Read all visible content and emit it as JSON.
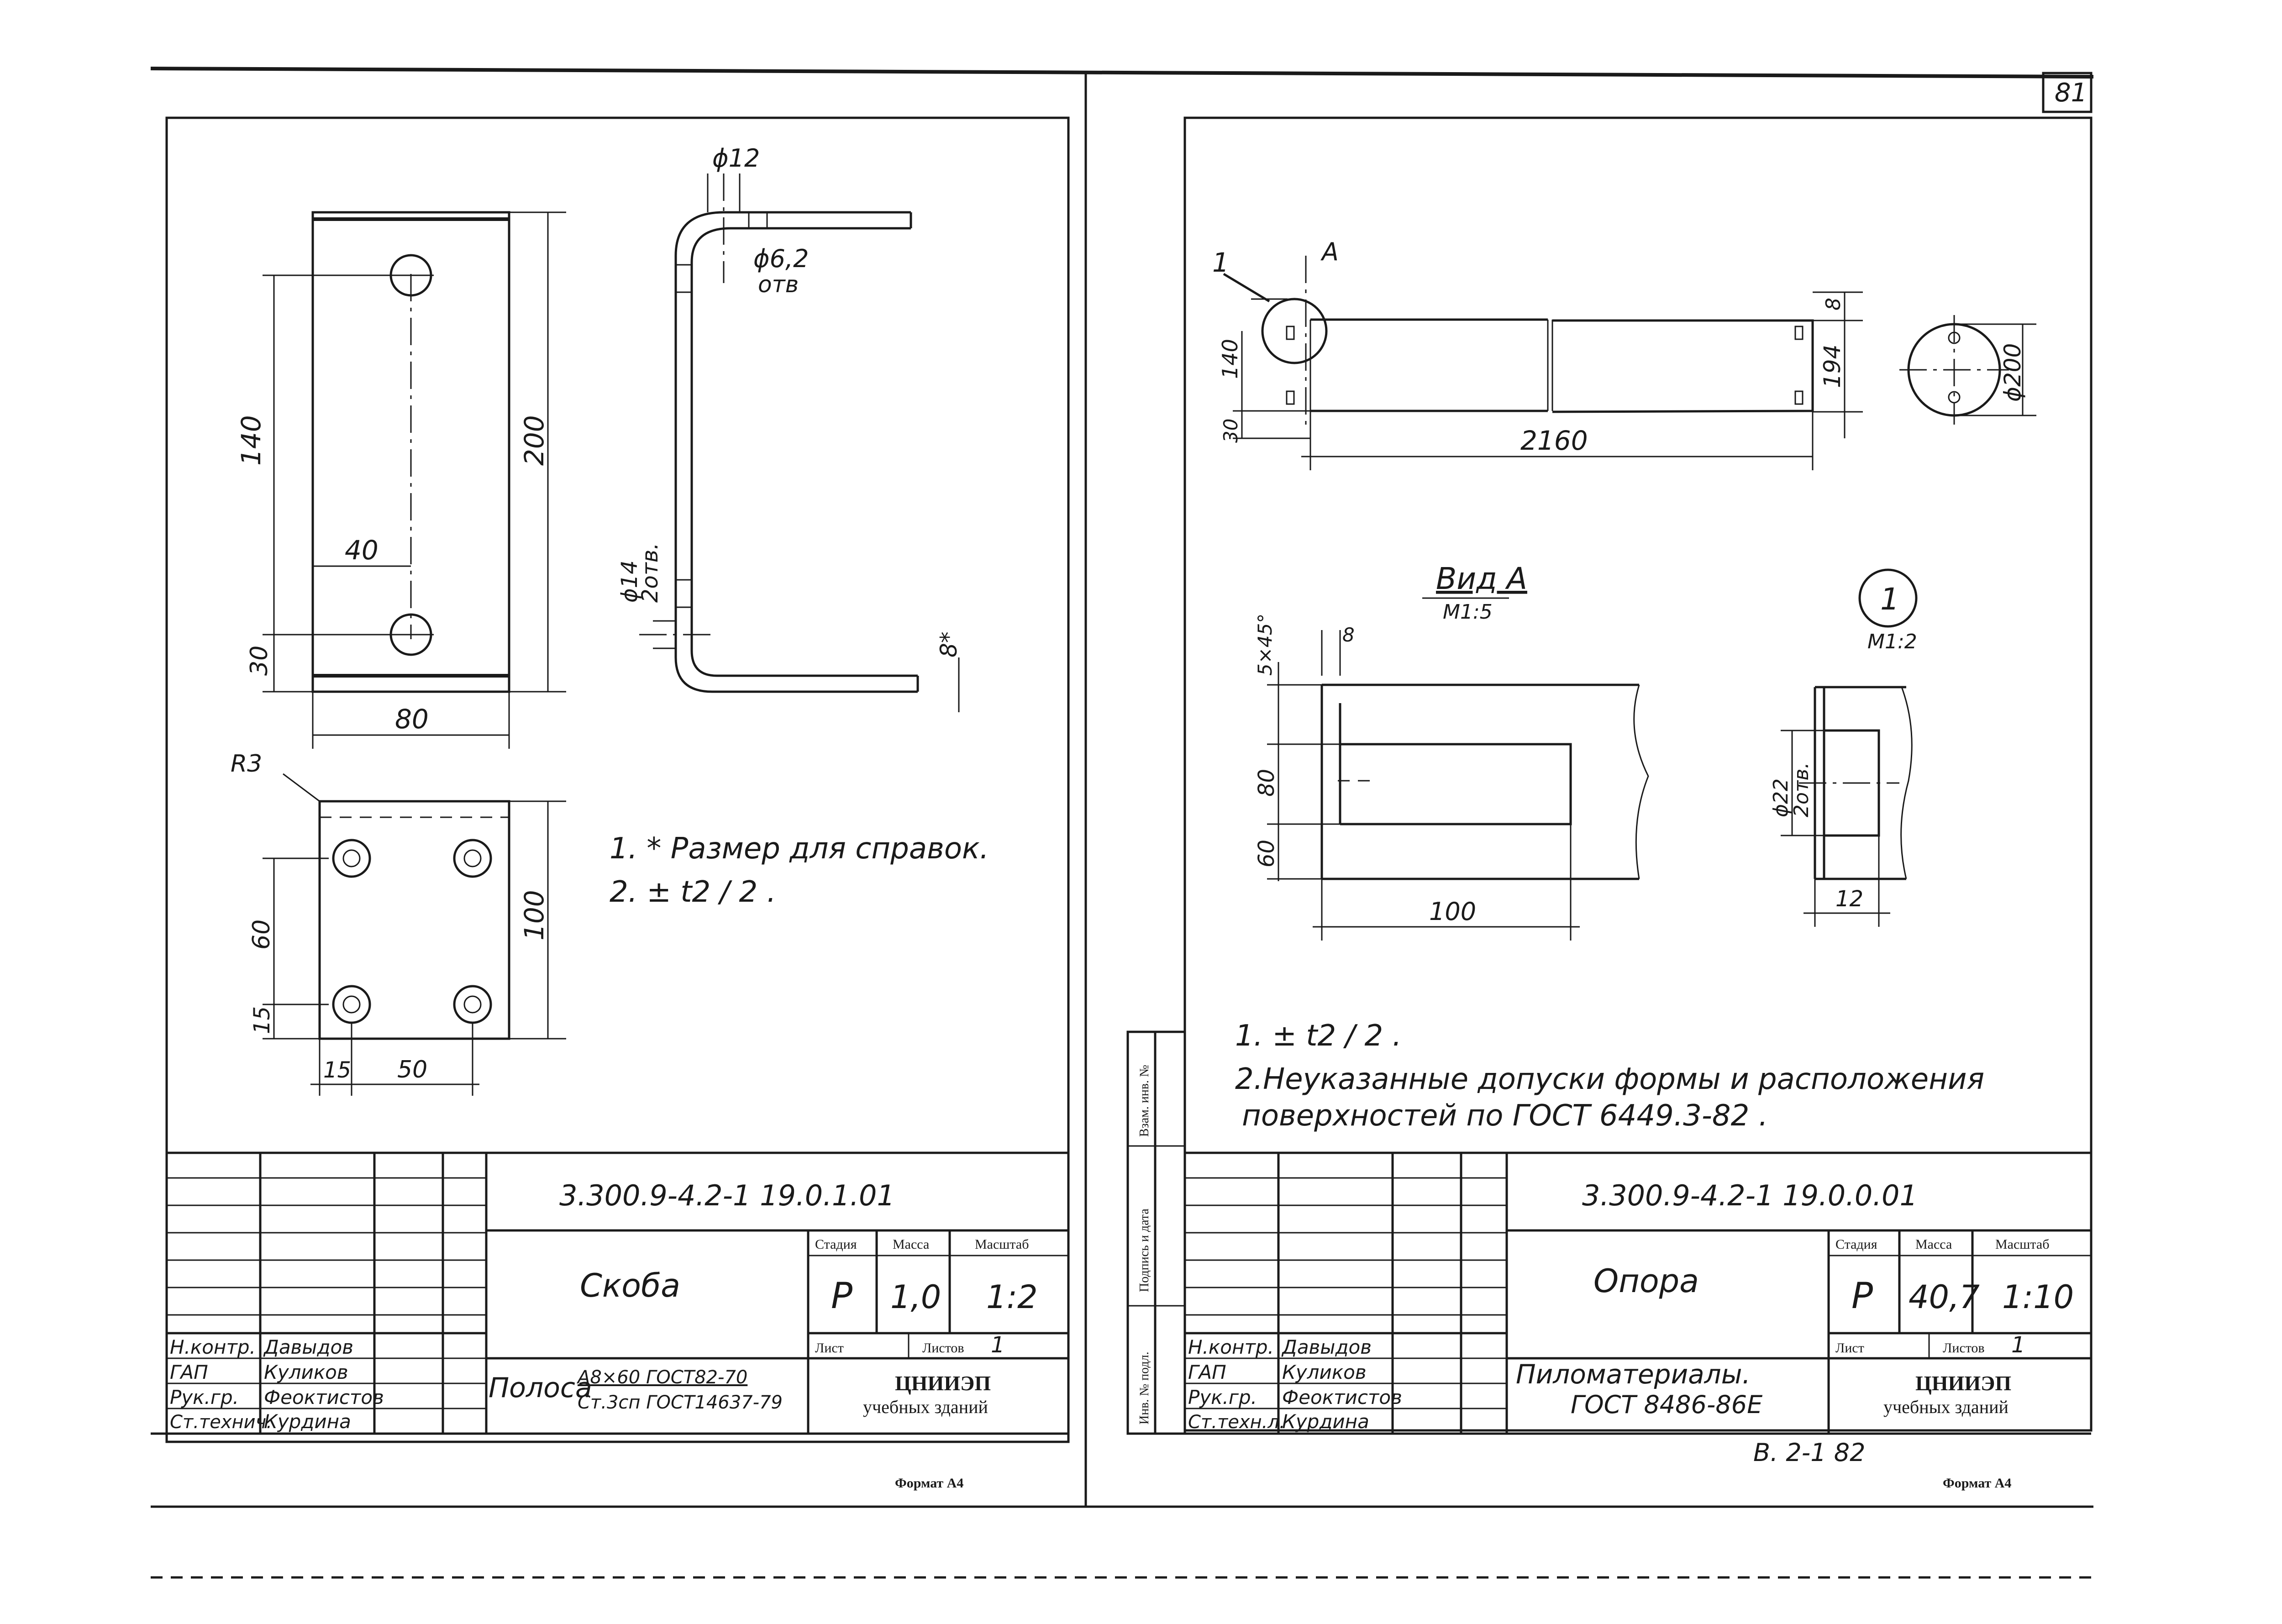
{
  "page_number": "81",
  "bottom_page_ref": "В. 2-1   82",
  "left_sheet": {
    "dims": {
      "d12": "ϕ12",
      "d62": "ϕ6,2",
      "holes2": "ϕ14",
      "otv2": "2отв.",
      "otv": "отв",
      "h140": "140",
      "h200": "200",
      "w40": "40",
      "h30": "30",
      "w80": "80",
      "r3": "R3",
      "t8": "8*",
      "h60": "60",
      "h15": "15",
      "h100": "100",
      "w15": "15",
      "w50": "50"
    },
    "notes": [
      "1. * Размер для справок.",
      "2. ± t2 / 2 ."
    ],
    "title_block": {
      "code": "3.300.9-4.2-1 19.0.1.01",
      "name": "Скоба",
      "material_1": "Полоса",
      "material_2": "А8×60 ГОСТ82-70",
      "material_3": "Ст.3сп ГОСТ14637-79",
      "hdr_stage": "Стадия",
      "hdr_mass": "Масса",
      "hdr_scale": "Масштаб",
      "stage": "Р",
      "mass": "1,0",
      "scale": "1:2",
      "sheet_label": "Лист",
      "sheets_label": "Листов",
      "sheets_count": "1",
      "org_1": "ЦНИИЭП",
      "org_2": "учебных зданий",
      "roles": [
        {
          "role": "Н.контр.",
          "name": "Давыдов"
        },
        {
          "role": "ГАП",
          "name": "Куликов"
        },
        {
          "role": "Рук.гр.",
          "name": "Феоктистов"
        },
        {
          "role": "Ст.технич.",
          "name": "Курдина"
        }
      ],
      "format": "Формат А4"
    }
  },
  "right_sheet": {
    "dims": {
      "callout": "1",
      "view_mark": "А",
      "h140": "140",
      "h30": "30",
      "len": "2160",
      "h194": "194",
      "d8": "8",
      "d200": "ϕ200",
      "view_title": "Вид А",
      "view_scale": "М1:5",
      "chamfer": "5×45°",
      "b8": "8",
      "h80": "80",
      "h60": "60",
      "w100": "100",
      "detail_mark": "1",
      "detail_scale": "М1:2",
      "d22": "ϕ22",
      "otv2": "2отв.",
      "w12": "12"
    },
    "notes": [
      "1. ± t2 / 2 .",
      "2.Неуказанные допуски формы и расположения",
      "поверхностей по ГОСТ 6449.3-82 ."
    ],
    "side_stamp": [
      "Взам. инв. №",
      "Подпись и дата",
      "Инв. № подл."
    ],
    "title_block": {
      "code": "3.300.9-4.2-1 19.0.0.01",
      "name": "Опора",
      "material_1": "Пиломатериалы.",
      "material_2": "ГОСТ 8486-86Е",
      "hdr_stage": "Стадия",
      "hdr_mass": "Масса",
      "hdr_scale": "Масштаб",
      "stage": "Р",
      "mass": "40,7",
      "scale": "1:10",
      "sheet_label": "Лист",
      "sheets_label": "Листов",
      "sheets_count": "1",
      "org_1": "ЦНИИЭП",
      "org_2": "учебных зданий",
      "roles": [
        {
          "role": "Н.контр.",
          "name": "Давыдов"
        },
        {
          "role": "ГАП",
          "name": "Куликов"
        },
        {
          "role": "Рук.гр.",
          "name": "Феоктистов"
        },
        {
          "role": "Ст.техн.л.",
          "name": "Курдина"
        }
      ],
      "format": "Формат А4"
    }
  }
}
